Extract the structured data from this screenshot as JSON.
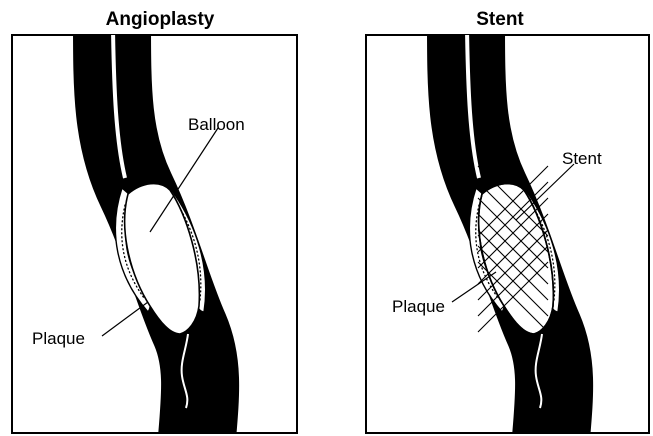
{
  "panels": [
    {
      "title": "Angioplasty",
      "labels": {
        "device": "Balloon",
        "plaque": "Plaque"
      }
    },
    {
      "title": "Stent",
      "labels": {
        "device": "Stent",
        "plaque": "Plaque"
      }
    }
  ]
}
